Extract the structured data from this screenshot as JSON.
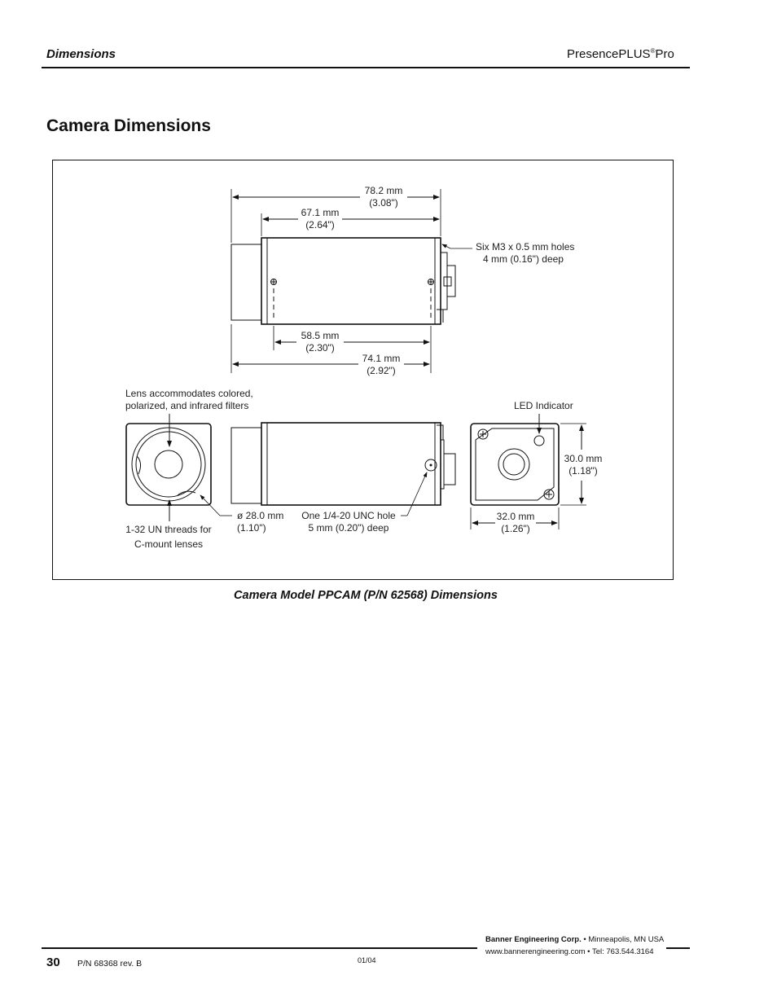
{
  "header": {
    "section": "Dimensions",
    "product_main": "PresencePLUS",
    "product_reg": "®",
    "product_suffix": "Pro"
  },
  "page_title": "Camera Dimensions",
  "figure": {
    "caption": "Camera Model PPCAM (P/N 62568) Dimensions",
    "labels": {
      "dim_78_1": "78.2 mm",
      "dim_78_2": "(3.08\")",
      "dim_67_1": "67.1 mm",
      "dim_67_2": "(2.64\")",
      "holes_1": "Six M3 x 0.5 mm holes",
      "holes_2": "4 mm (0.16\") deep",
      "dim_58_1": "58.5 mm",
      "dim_58_2": "(2.30\")",
      "dim_74_1": "74.1 mm",
      "dim_74_2": "(2.92\")",
      "lens_1": "Lens accommodates colored,",
      "lens_2": "polarized, and infrared filters",
      "threads_1": "1-32 UN threads for",
      "threads_2": "C-mount lenses",
      "dia_1": "ø 28.0 mm",
      "dia_2": "(1.10\")",
      "unc_1": "One 1/4-20 UNC hole",
      "unc_2": "5 mm (0.20\") deep",
      "led": "LED Indicator",
      "dim_30_1": "30.0 mm",
      "dim_30_2": "(1.18\")",
      "dim_32_1": "32.0 mm",
      "dim_32_2": "(1.26\")"
    }
  },
  "footer": {
    "page_number": "30",
    "part_number": "P/N 68368 rev. B",
    "date": "01/04",
    "company": "Banner Engineering Corp.",
    "location": " • Minneapolis, MN  USA",
    "contact": "www.bannerengineering.com • Tel: 763.544.3164"
  }
}
